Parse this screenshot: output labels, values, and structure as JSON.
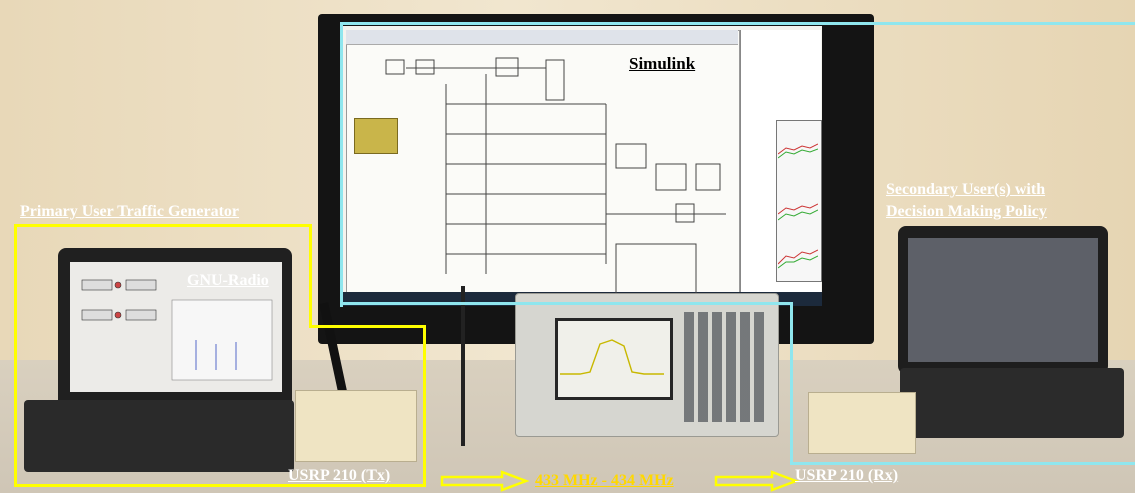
{
  "labels": {
    "simulink": "Simulink",
    "primary_user": "Primary User Traffic Generator",
    "gnu_radio": "GNU-Radio",
    "secondary_user_line1": "Secondary User(s) with",
    "secondary_user_line2": "Decision Making Policy",
    "usrp_tx": "USRP 210 (Tx)",
    "freq_band": "433 MHz - 434 MHz",
    "usrp_rx": "USRP 210 (Rx)"
  },
  "colors": {
    "primary_box": "#ffff00",
    "secondary_box": "#8fe6ee",
    "arrow": "#ffff00"
  }
}
